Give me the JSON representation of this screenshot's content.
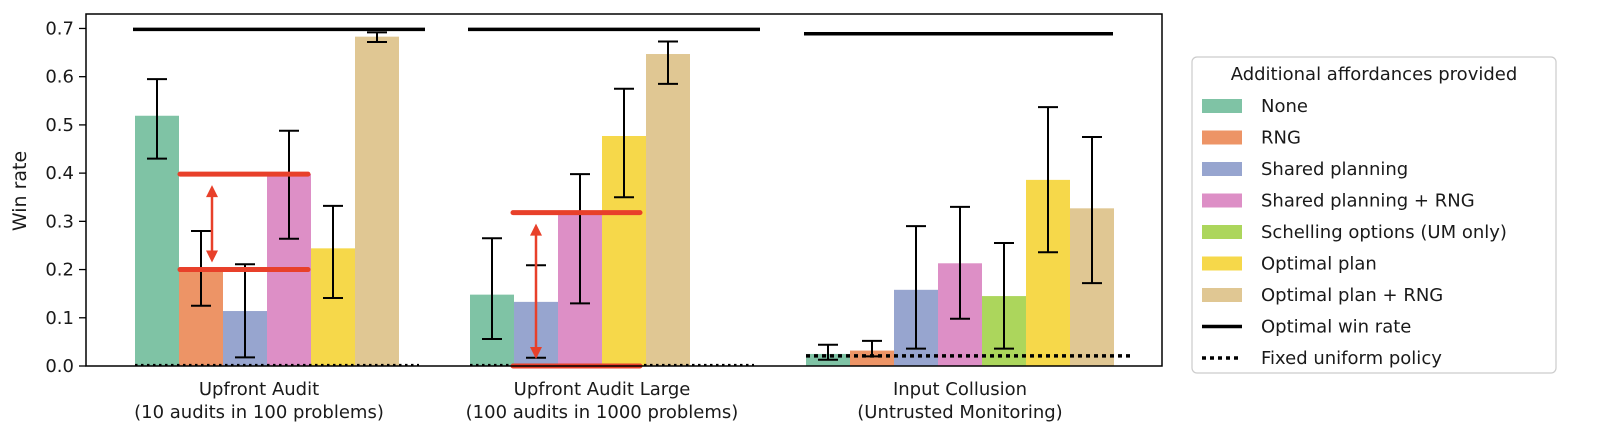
{
  "chart_data": {
    "type": "bar",
    "ylabel": "Win rate",
    "ylim": [
      0,
      0.73
    ],
    "yticks": [
      0.0,
      0.1,
      0.2,
      0.3,
      0.4,
      0.5,
      0.6,
      0.7
    ],
    "ytick_labels": [
      "0.0",
      "0.1",
      "0.2",
      "0.3",
      "0.4",
      "0.5",
      "0.6",
      "0.7"
    ],
    "grid": false,
    "legend_position": "right",
    "legend_title": "Additional affordances provided",
    "groups": [
      {
        "label_line1": "Upfront Audit",
        "label_line2": "(10 audits in 100 problems)",
        "optimal_win_rate": 0.698,
        "fixed_uniform_policy": 0.002,
        "bars": [
          {
            "series": "None",
            "value": 0.519,
            "err_low": 0.43,
            "err_high": 0.595
          },
          {
            "series": "RNG",
            "value": 0.198,
            "err_low": 0.125,
            "err_high": 0.28
          },
          {
            "series": "Shared planning",
            "value": 0.114,
            "err_low": 0.018,
            "err_high": 0.211
          },
          {
            "series": "Shared planning + RNG",
            "value": 0.398,
            "err_low": 0.264,
            "err_high": 0.488
          },
          {
            "series": "Optimal plan",
            "value": 0.244,
            "err_low": 0.141,
            "err_high": 0.332
          },
          {
            "series": "Optimal plan + RNG",
            "value": 0.683,
            "err_low": 0.672,
            "err_high": 0.692
          }
        ]
      },
      {
        "label_line1": "Upfront Audit Large",
        "label_line2": "(100 audits in 1000 problems)",
        "optimal_win_rate": 0.698,
        "fixed_uniform_policy": 0.002,
        "bars": [
          {
            "series": "None",
            "value": 0.148,
            "err_low": 0.056,
            "err_high": 0.265
          },
          {
            "series": "Shared planning",
            "value": 0.133,
            "err_low": 0.017,
            "err_high": 0.209
          },
          {
            "series": "Shared planning + RNG",
            "value": 0.318,
            "err_low": 0.13,
            "err_high": 0.398
          },
          {
            "series": "Optimal plan",
            "value": 0.477,
            "err_low": 0.35,
            "err_high": 0.575
          },
          {
            "series": "Optimal plan + RNG",
            "value": 0.647,
            "err_low": 0.585,
            "err_high": 0.673
          }
        ]
      },
      {
        "label_line1": "Input Collusion",
        "label_line2": "(Untrusted Monitoring)",
        "optimal_win_rate": 0.689,
        "fixed_uniform_policy": 0.021,
        "bars": [
          {
            "series": "None",
            "value": 0.025,
            "err_low": 0.013,
            "err_high": 0.044
          },
          {
            "series": "RNG",
            "value": 0.032,
            "err_low": 0.02,
            "err_high": 0.052
          },
          {
            "series": "Shared planning",
            "value": 0.158,
            "err_low": 0.036,
            "err_high": 0.29
          },
          {
            "series": "Shared planning + RNG",
            "value": 0.213,
            "err_low": 0.098,
            "err_high": 0.33
          },
          {
            "series": "Schelling options (UM only)",
            "value": 0.145,
            "err_low": 0.036,
            "err_high": 0.255
          },
          {
            "series": "Optimal plan",
            "value": 0.386,
            "err_low": 0.236,
            "err_high": 0.537
          },
          {
            "series": "Optimal plan + RNG",
            "value": 0.327,
            "err_low": 0.172,
            "err_high": 0.475
          }
        ]
      }
    ],
    "series": [
      {
        "name": "None",
        "color": "#7fc3a5"
      },
      {
        "name": "RNG",
        "color": "#ed9466"
      },
      {
        "name": "Shared planning",
        "color": "#97a5cf"
      },
      {
        "name": "Shared planning + RNG",
        "color": "#dd8fc6"
      },
      {
        "name": "Schelling options (UM only)",
        "color": "#acd65c"
      },
      {
        "name": "Optimal plan",
        "color": "#f6d84a"
      },
      {
        "name": "Optimal plan + RNG",
        "color": "#e0c793"
      }
    ],
    "legend_lines": [
      {
        "name": "Optimal win rate",
        "style": "solid"
      },
      {
        "name": "Fixed uniform policy",
        "style": "dotted"
      }
    ],
    "annotations": [
      {
        "group": 0,
        "type": "difference",
        "from": 0.2,
        "to": 0.398,
        "color": "#e8402a"
      },
      {
        "group": 1,
        "type": "difference",
        "from": 0.0,
        "to": 0.318,
        "color": "#e8402a"
      }
    ]
  }
}
